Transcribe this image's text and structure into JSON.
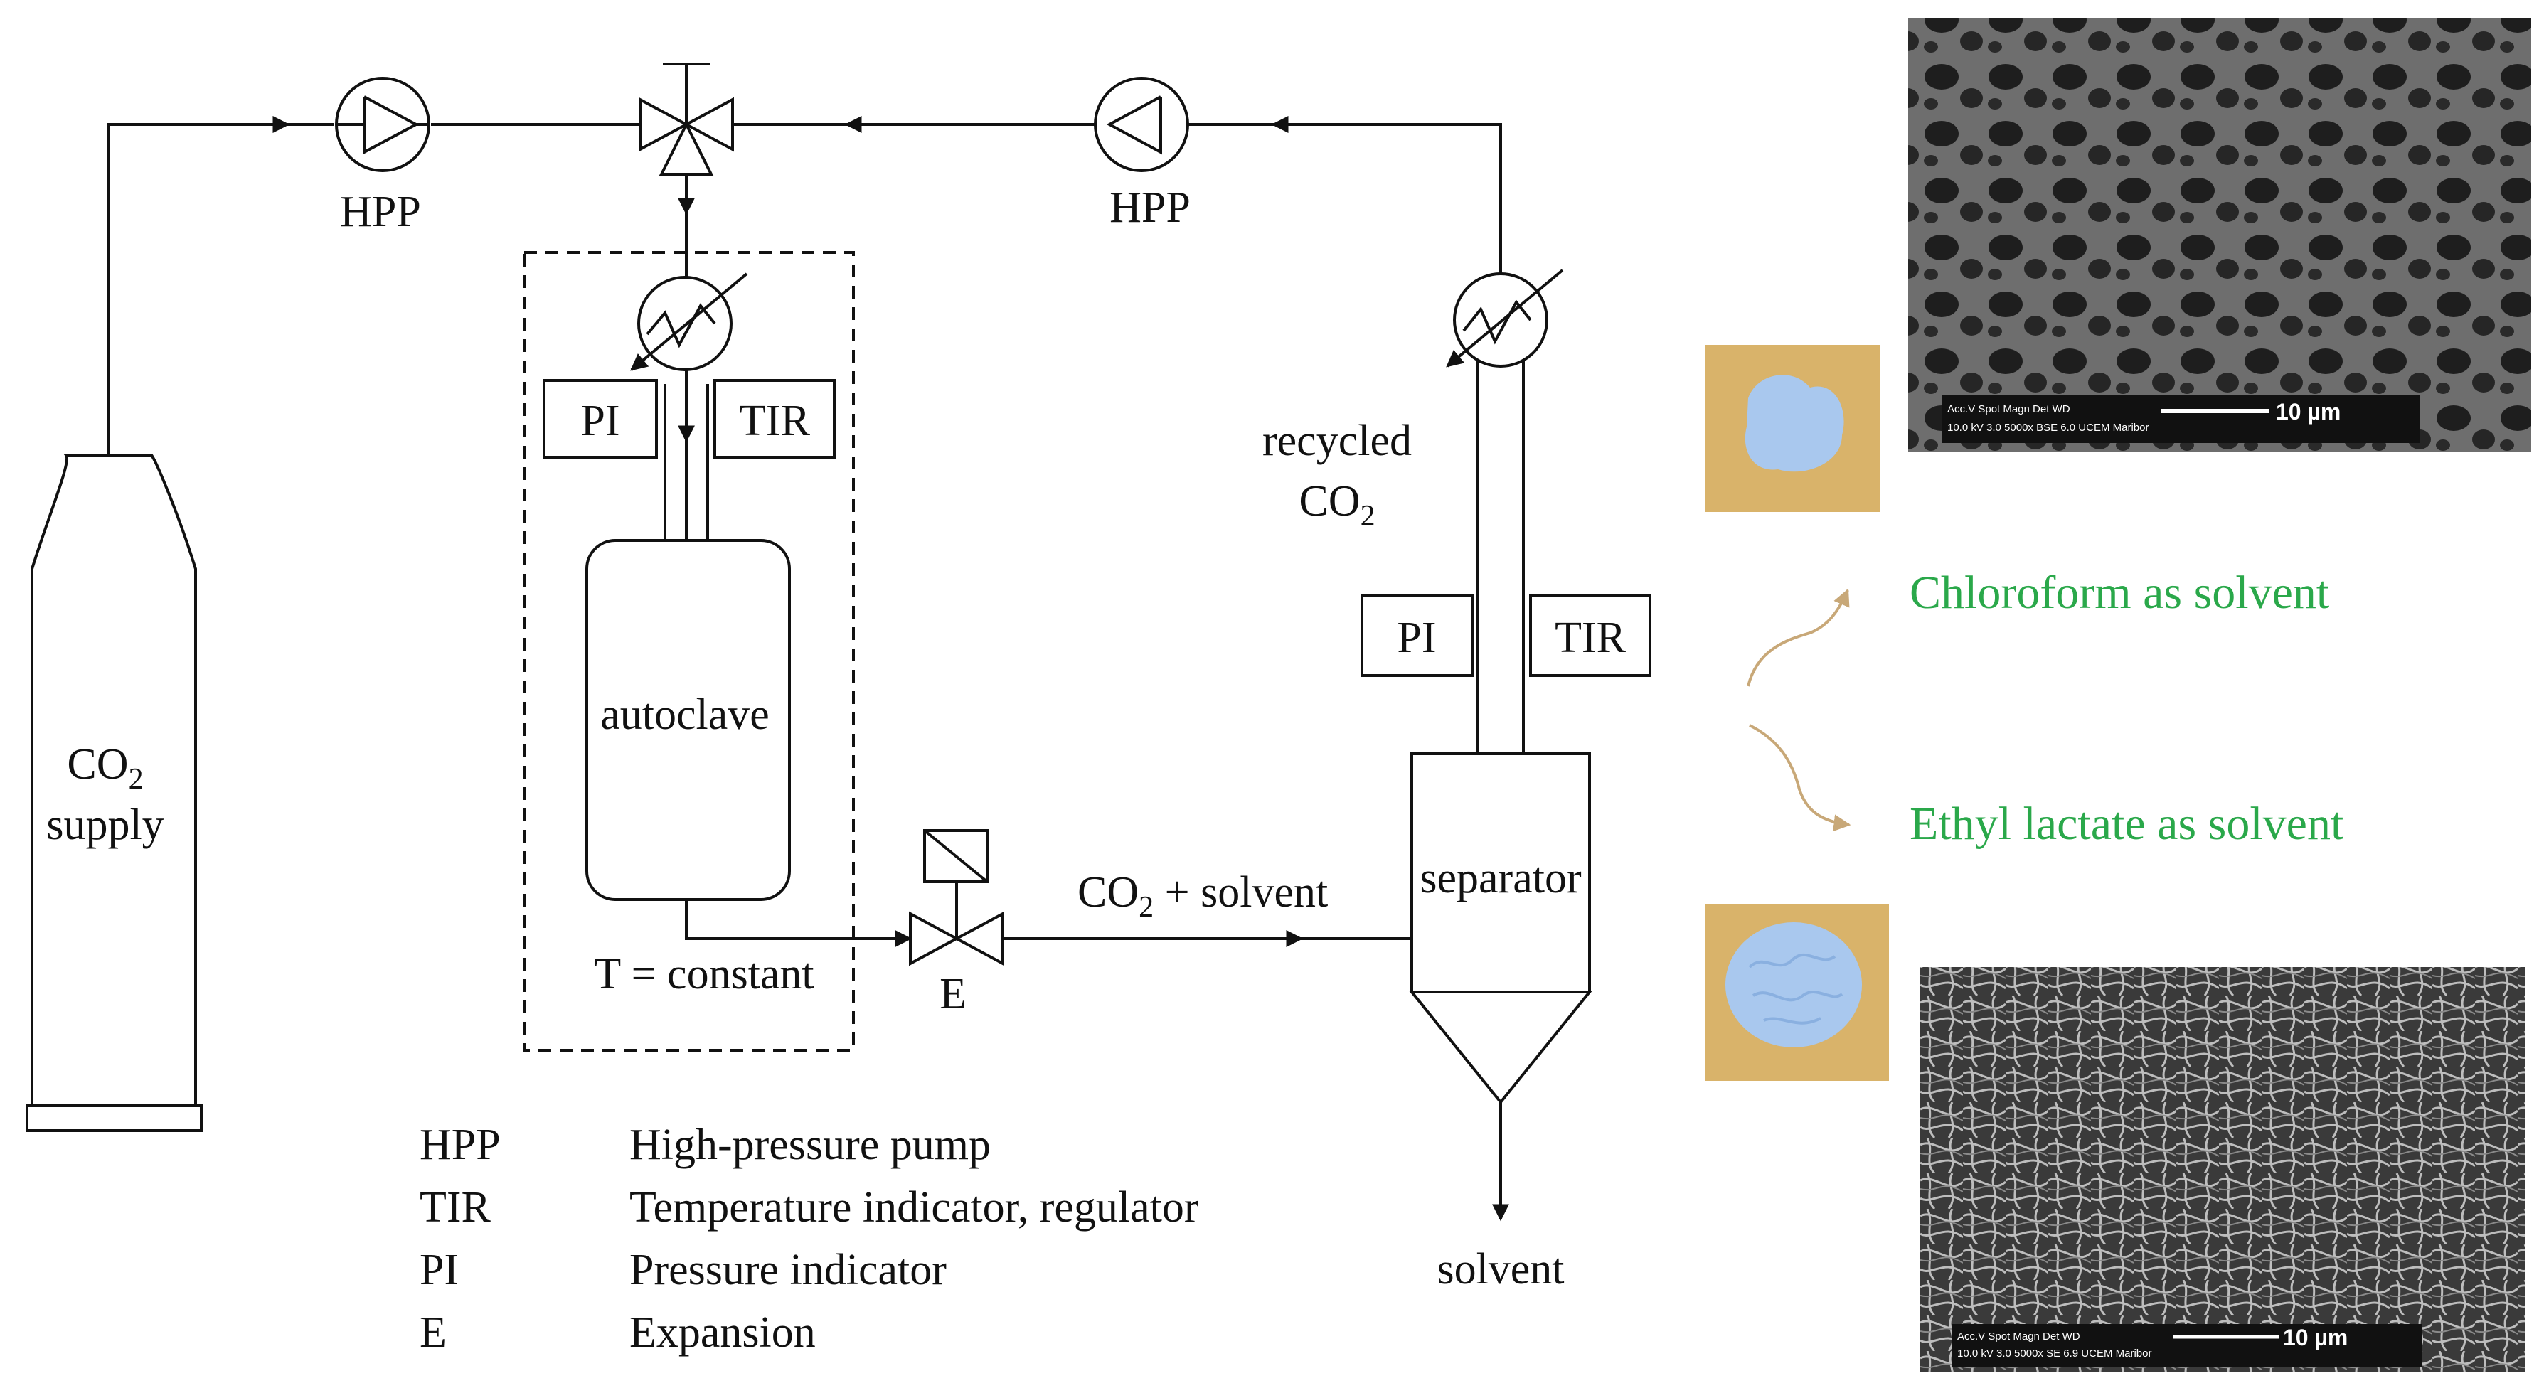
{
  "pump_label": "HPP",
  "cylinder": {
    "line1": "CO",
    "sub": "2",
    "line2": "supply"
  },
  "autoclave": {
    "pi": "PI",
    "tir": "TIR",
    "label": "autoclave",
    "temp": "T = constant"
  },
  "expansion_label": "E",
  "stream": {
    "co2": "CO",
    "sub": "2",
    "rest": " + solvent"
  },
  "separator": {
    "pi": "PI",
    "tir": "TIR",
    "label": "separator",
    "outlet": "solvent"
  },
  "recycled": {
    "line1": "recycled",
    "co2": "CO",
    "sub": "2"
  },
  "legend": [
    {
      "abbr": "HPP",
      "desc": "High-pressure pump"
    },
    {
      "abbr": "TIR",
      "desc": "Temperature indicator, regulator"
    },
    {
      "abbr": "PI",
      "desc": "Pressure indicator"
    },
    {
      "abbr": "E",
      "desc": "Expansion"
    }
  ],
  "results": {
    "top": "Chloroform as solvent",
    "bottom": "Ethyl lactate as solvent"
  },
  "sem_top": {
    "bar": "10 µm",
    "meta1": "Acc.V  Spot Magn   Det  WD",
    "meta2": "10.0 kV 3.0  5000x   BSE 6.0   UCEM Maribor"
  },
  "sem_bottom": {
    "bar": "10 µm",
    "meta1": "Acc.V  Spot Magn   Det  WD",
    "meta2": "10.0 kV 3.0  5000x   SE  6.9   UCEM Maribor"
  },
  "colors": {
    "line": "#111111",
    "green": "#2aa84a",
    "arrow": "#c8a878",
    "sample_bg": "#d9b36a",
    "sample": "#a9c8ee"
  }
}
